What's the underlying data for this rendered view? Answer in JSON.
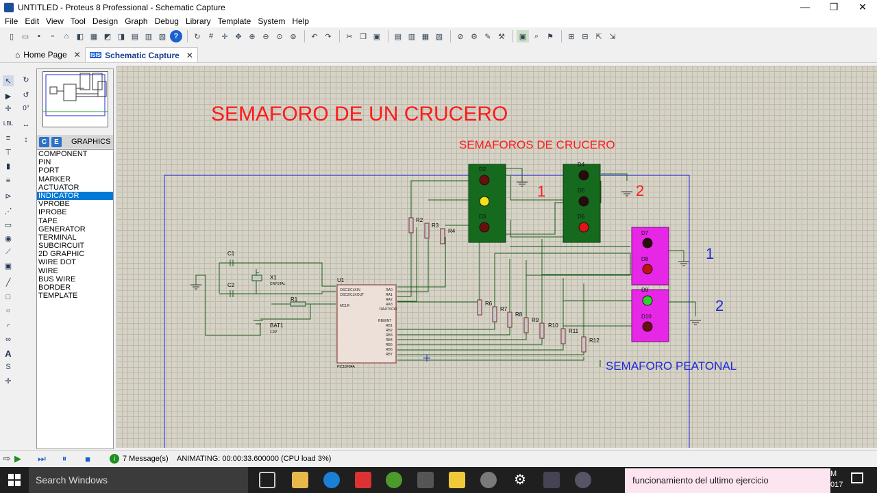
{
  "window": {
    "title": "UNTITLED - Proteus 8 Professional - Schematic Capture",
    "minimize": "—",
    "restore": "❐",
    "close": "✕"
  },
  "menu": [
    "File",
    "Edit",
    "View",
    "Tool",
    "Design",
    "Graph",
    "Debug",
    "Library",
    "Template",
    "System",
    "Help"
  ],
  "tabs": [
    {
      "label": "Home Page",
      "close": "✕"
    },
    {
      "label": "Schematic Capture",
      "close": "✕"
    }
  ],
  "rotation": "0°",
  "graphics_panel": {
    "buttons": [
      "C",
      "E"
    ],
    "label": "GRAPHICS",
    "items": [
      "COMPONENT",
      "PIN",
      "PORT",
      "MARKER",
      "ACTUATOR",
      "INDICATOR",
      "VPROBE",
      "IPROBE",
      "TAPE",
      "GENERATOR",
      "TERMINAL",
      "SUBCIRCUIT",
      "2D GRAPHIC",
      "WIRE DOT",
      "WIRE",
      "BUS WIRE",
      "BORDER",
      "TEMPLATE"
    ],
    "selected": "INDICATOR"
  },
  "schematic": {
    "title": "SEMAFORO DE UN CRUCERO",
    "subtitle_crucero": "SEMAFOROS DE CRUCERO",
    "subtitle_peatonal": "SEMAFORO PEATONAL",
    "label_1a": "1",
    "label_2a": "2",
    "label_1b": "1",
    "label_2b": "2",
    "components": {
      "c1": "C1",
      "c2": "C2",
      "x1": "X1",
      "crystal": "CRYSTAL",
      "r1": "R1",
      "bat1": "BAT1",
      "bat_v": "1.5V",
      "u1": "U1",
      "mcu": "PIC16F84A",
      "r2": "R2",
      "r3": "R3",
      "r4": "R4",
      "r6": "R6",
      "r7": "R7",
      "r8": "R8",
      "r9": "R9",
      "r10": "R10",
      "r11": "R11",
      "r12": "R12",
      "d2": "D2",
      "d3": "D3",
      "d4": "D4",
      "d5": "D5",
      "d6": "D6",
      "d7": "D7",
      "d8": "D8",
      "d9": "D9",
      "d10": "D10",
      "pin_osc1": "OSC1/CLKIN",
      "pin_osc2": "OSC2/CLKOUT",
      "pin_mclr": "MCLR",
      "pin_ra0": "RA0",
      "pin_ra1": "RA1",
      "pin_ra2": "RA2",
      "pin_ra3": "RA3",
      "pin_ra4": "RA4/T0CKI",
      "pin_rb0": "RB0/INT",
      "pin_rb1": "RB1",
      "pin_rb2": "RB2",
      "pin_rb3": "RB3",
      "pin_rb4": "RB4",
      "pin_rb5": "RB5",
      "pin_rb6": "RB6",
      "pin_rb7": "RB7"
    }
  },
  "status": {
    "messages": "7 Message(s)",
    "animating": "ANIMATING: 00:00:33.600000 (CPU load 3%)"
  },
  "taskbar": {
    "search": "Search Windows",
    "notification": "funcionamiento del ultimo ejercicio",
    "clock_frag": "M",
    "year_frag": "017"
  },
  "colors": {
    "title_red": "#ff1a1a",
    "label_blue": "#1e28d8",
    "box_green": "#156a1e",
    "box_magenta": "#e627e6",
    "selection": "#0078d7",
    "canvas_bg": "#d6d3c6"
  }
}
